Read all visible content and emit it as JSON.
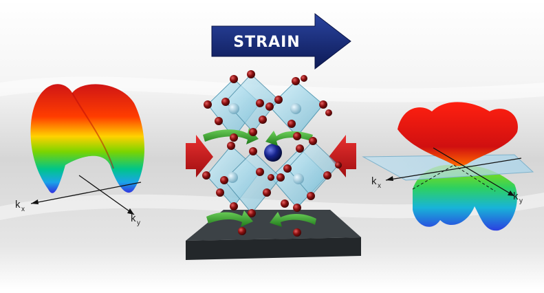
{
  "title_arrow": {
    "label": "STRAIN"
  },
  "left_band": {
    "k1": "k",
    "k1_sub": "x",
    "k2": "k",
    "k2_sub": "y"
  },
  "right_band": {
    "k1": "k",
    "k1_sub": "x",
    "k2": "k",
    "k2_sub": "y"
  },
  "colors": {
    "arrow_navy": "#13286e",
    "compress_red": "#c0191b",
    "rotate_green": "#2f9b2a",
    "oxygen": "#8a1010",
    "octahedron": "#8fd0e6",
    "a_site": "#16238c",
    "substrate": "#2f3437"
  }
}
